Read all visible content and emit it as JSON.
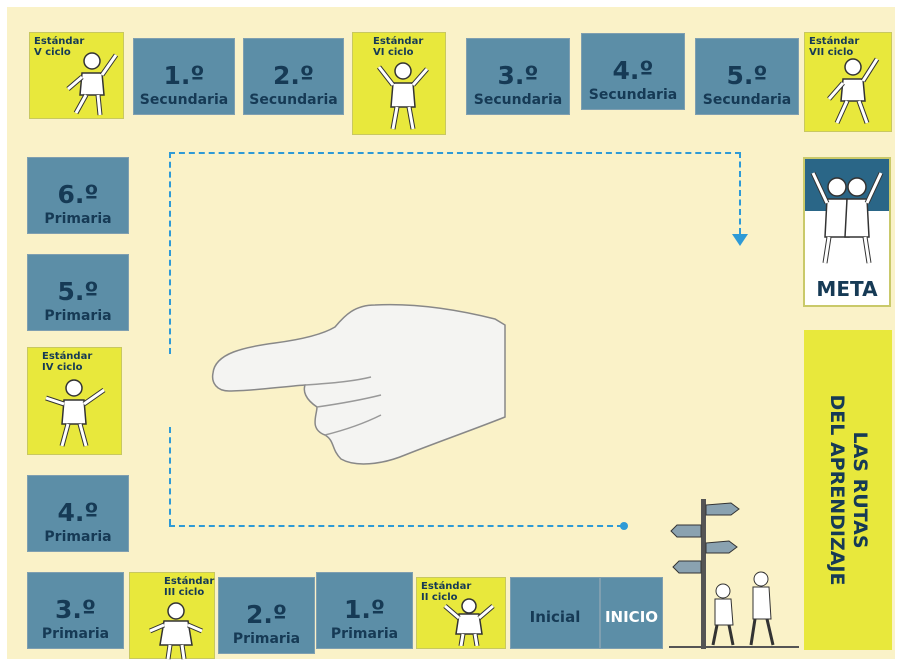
{
  "board": {
    "top_row": [
      {
        "standard": "Estándar",
        "cycle": "V ciclo"
      },
      {
        "number": "1.º",
        "level": "Secundaria"
      },
      {
        "number": "2.º",
        "level": "Secundaria"
      },
      {
        "standard": "Estándar",
        "cycle": "VI ciclo"
      },
      {
        "number": "3.º",
        "level": "Secundaria"
      },
      {
        "number": "4.º",
        "level": "Secundaria"
      },
      {
        "number": "5.º",
        "level": "Secundaria"
      },
      {
        "standard": "Estándar",
        "cycle": "VII ciclo"
      }
    ],
    "left_column": [
      {
        "number": "6.º",
        "level": "Primaria"
      },
      {
        "number": "5.º",
        "level": "Primaria"
      },
      {
        "standard": "Estándar",
        "cycle": "IV ciclo"
      },
      {
        "number": "4.º",
        "level": "Primaria"
      }
    ],
    "bottom_row": [
      {
        "number": "3.º",
        "level": "Primaria"
      },
      {
        "standard": "Estándar",
        "cycle": "III ciclo"
      },
      {
        "number": "2.º",
        "level": "Primaria"
      },
      {
        "number": "1.º",
        "level": "Primaria"
      },
      {
        "standard": "Estándar",
        "cycle": "II ciclo"
      },
      {
        "label": "Inicial"
      },
      {
        "label": "INICIO"
      }
    ],
    "goal": {
      "label": "META"
    },
    "title": {
      "line1": "LAS RUTAS",
      "line2": "DEL APRENDIZAJE"
    }
  },
  "colors": {
    "background": "#faf2c8",
    "square": "#5c8ea7",
    "standard_square": "#e8e83c",
    "text": "#163a55",
    "path_line": "#2e9ad6"
  }
}
